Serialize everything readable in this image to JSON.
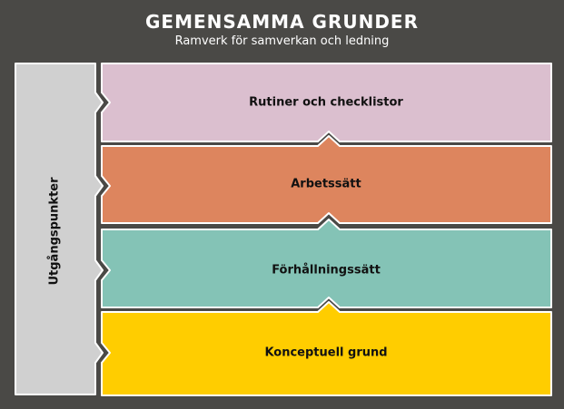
{
  "header": {
    "title": "GEMENSAMMA GRUNDER",
    "subtitle": "Ramverk för samverkan och ledning"
  },
  "side_panel": {
    "label": "Utgångspunkter",
    "color": "#d0d0d0"
  },
  "layers": [
    {
      "label": "Rutiner och checklistor",
      "color": "#dbbfcf"
    },
    {
      "label": "Arbetssätt",
      "color": "#dd855e"
    },
    {
      "label": "Förhållningssätt",
      "color": "#84c3b6"
    },
    {
      "label": "Konceptuell grund",
      "color": "#ffcd00"
    }
  ]
}
